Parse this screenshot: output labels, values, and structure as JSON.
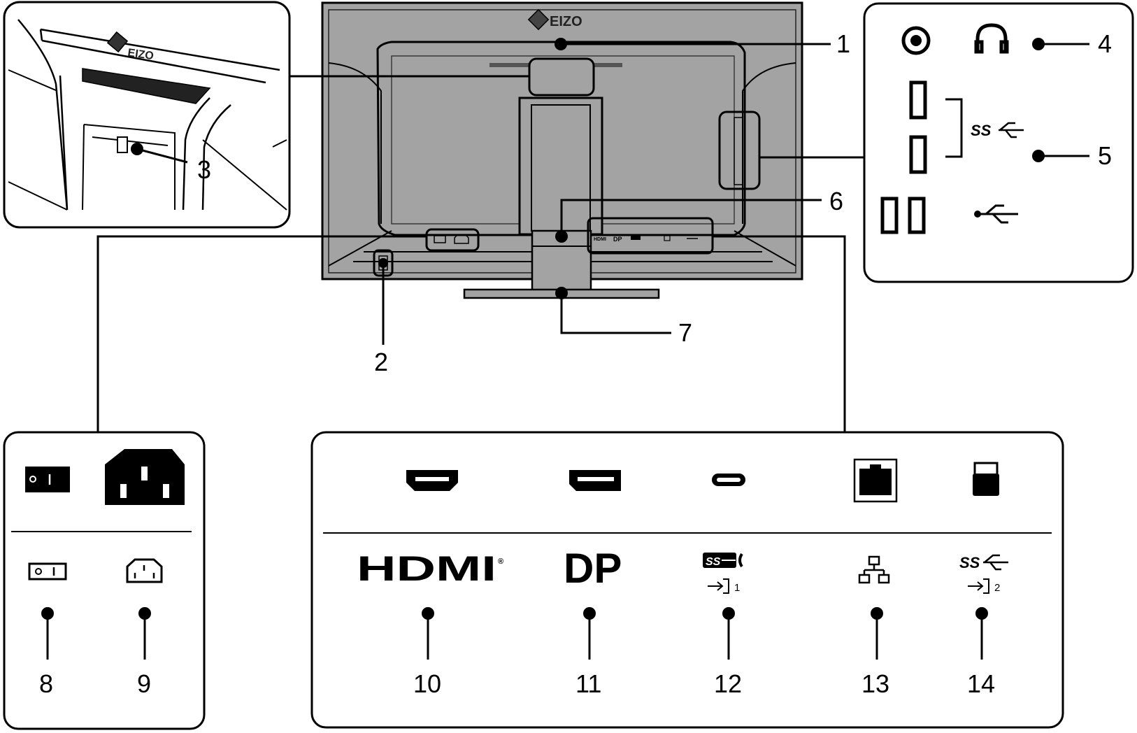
{
  "brand": "EIZO",
  "labels": {
    "hdmi": "HDMI",
    "hdmi_reg": "®",
    "dp": "DP",
    "ss": "SS",
    "input_1": "1",
    "input_2": "2"
  },
  "callouts": [
    "1",
    "2",
    "3",
    "4",
    "5",
    "6",
    "7",
    "8",
    "9",
    "10",
    "11",
    "12",
    "13",
    "14"
  ],
  "colors": {
    "panel": "#a3a3a3",
    "line": "#000000",
    "background": "#ffffff"
  }
}
